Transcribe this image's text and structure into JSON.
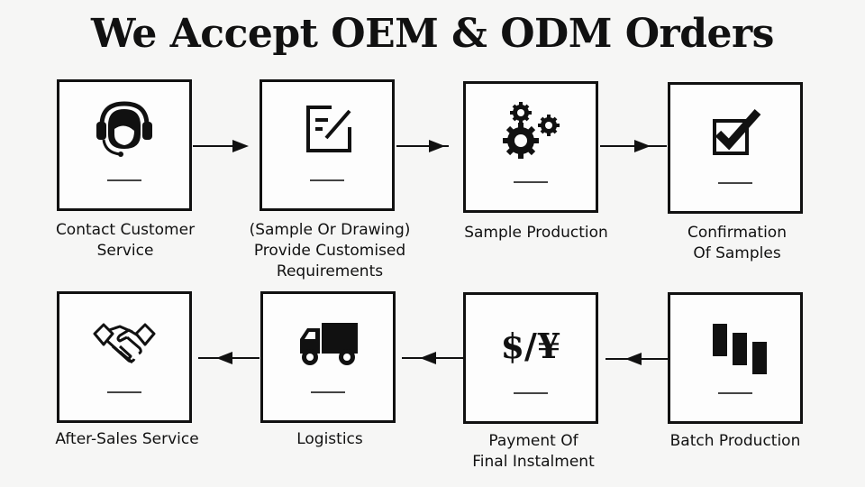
{
  "title": "We Accept OEM & ODM Orders",
  "steps": [
    {
      "label": "Contact Customer\nService",
      "icon": "headset-agent-icon"
    },
    {
      "label": "(Sample Or Drawing)\nProvide Customised\nRequirements",
      "icon": "edit-document-icon"
    },
    {
      "label": "Sample Production",
      "icon": "gears-icon"
    },
    {
      "label": "Confirmation\nOf Samples",
      "icon": "checkbox-icon"
    },
    {
      "label": "Batch Production",
      "icon": "bar-blocks-icon"
    },
    {
      "label": "Payment Of\nFinal Instalment",
      "icon": "currency-icon",
      "icon_text": "$/¥"
    },
    {
      "label": "Logistics",
      "icon": "truck-icon"
    },
    {
      "label": "After-Sales Service",
      "icon": "handshake-icon"
    }
  ],
  "flow": [
    "Contact Customer Service → (Sample Or Drawing) Provide Customised Requirements → Sample Production → Confirmation Of Samples",
    "Batch Production → Payment Of Final Instalment → Logistics → After-Sales Service"
  ]
}
